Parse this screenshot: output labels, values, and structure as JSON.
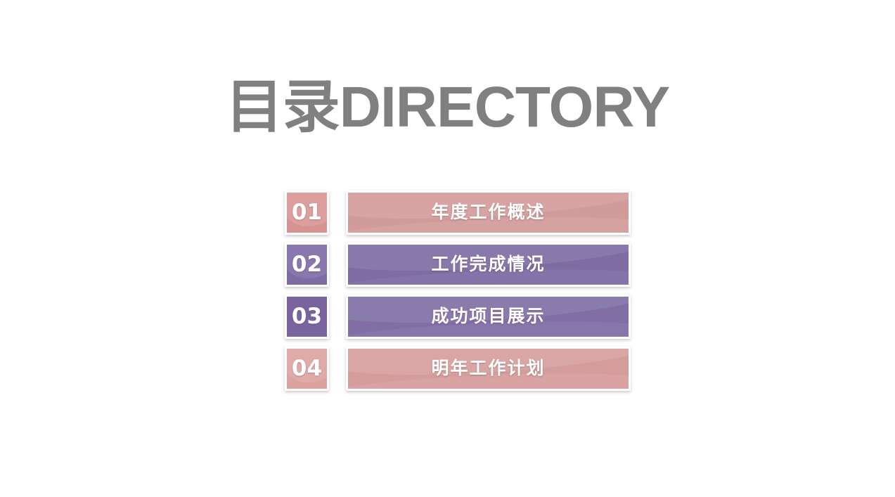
{
  "slide": {
    "background_color": "#ffffff",
    "title": "目录DIRECTORY",
    "title_color": "#808080"
  },
  "directory": {
    "items": [
      {
        "number": "01",
        "label": "年度工作概述",
        "chip_color": "#d79292",
        "chip_wave_color": "#e0a9a6",
        "bar_color": "#d29b9b",
        "bar_wave_color": "#dcadab",
        "text_color": "#ffffff"
      },
      {
        "number": "02",
        "label": "工作完成情况",
        "chip_color": "#7f6ca4",
        "chip_wave_color": "#9083b5",
        "bar_color": "#7e6ca3",
        "bar_wave_color": "#9185b4",
        "text_color": "#ffffff"
      },
      {
        "number": "03",
        "label": "成功项目展示",
        "chip_color": "#7a64a1",
        "chip_wave_color": "#7a64a1",
        "bar_color": "#806ea5",
        "bar_wave_color": "#9488b6",
        "text_color": "#ffffff"
      },
      {
        "number": "04",
        "label": "明年工作计划",
        "chip_color": "#dba2a0",
        "chip_wave_color": "#e3b1ae",
        "bar_color": "#d49d9c",
        "bar_wave_color": "#dfb0ae",
        "text_color": "#ffffff"
      }
    ]
  }
}
